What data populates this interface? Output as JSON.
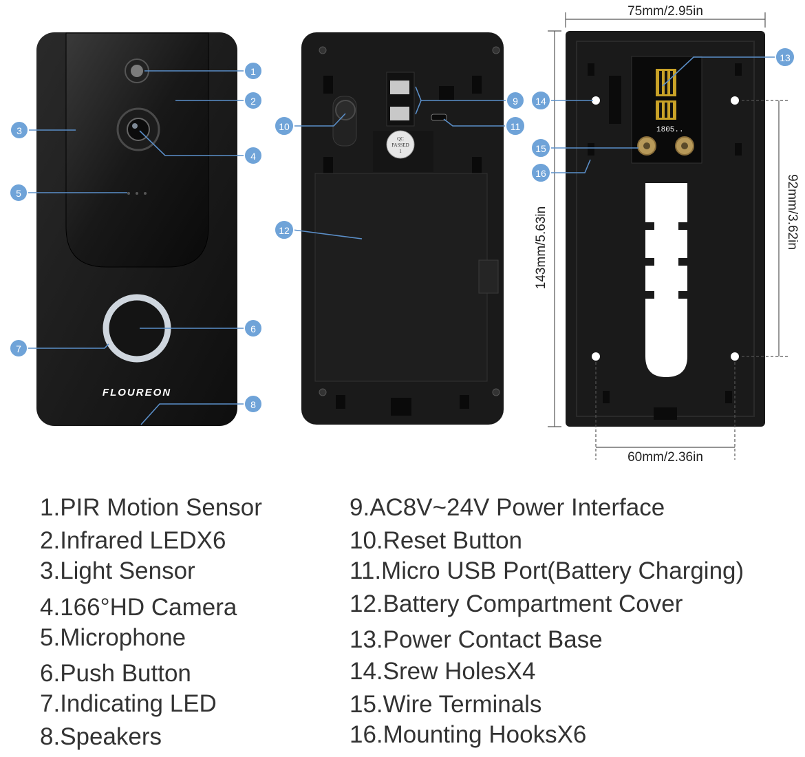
{
  "brand": "FLOUREON",
  "qc_label": {
    "top": "QC",
    "middle": "PASSED",
    "bottom": "1"
  },
  "board_label": "1805..",
  "dimensions": {
    "width_top": "75mm/2.95in",
    "height_left": "143mm/5.63in",
    "height_right": "92mm/3.62in",
    "width_bottom": "60mm/2.36in"
  },
  "callouts": [
    "1",
    "2",
    "3",
    "4",
    "5",
    "6",
    "7",
    "8",
    "9",
    "10",
    "11",
    "12",
    "13",
    "14",
    "15",
    "16"
  ],
  "legend_left": [
    "1.PIR Motion Sensor",
    "2.Infrared LEDX6",
    "3.Light Sensor",
    "4.166°HD Camera",
    "5.Microphone",
    "6.Push Button",
    "7.Indicating LED",
    "8.Speakers"
  ],
  "legend_right": [
    "9.AC8V~24V Power Interface",
    "10.Reset Button",
    "11.Micro USB Port(Battery Charging)",
    "12.Battery Compartment Cover",
    "13.Power Contact Base",
    "14.Srew HolesX4",
    "15.Wire Terminals",
    "16.Mounting HooksX6"
  ],
  "colors": {
    "callout": "#6fa3d8",
    "device": "#1a1a1a",
    "ring": "#cfd6de"
  }
}
